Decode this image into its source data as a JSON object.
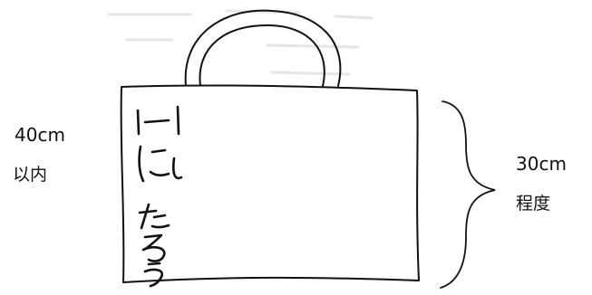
{
  "width_label": {
    "value": "40cm",
    "note": "以内"
  },
  "height_label": {
    "value": "30cm",
    "note": "程度"
  },
  "bag": {
    "name_text": "1ー1 にしたろう"
  },
  "colors": {
    "ink": "#111111",
    "paper": "#ffffff",
    "faint_print": "#e4e4e4"
  }
}
